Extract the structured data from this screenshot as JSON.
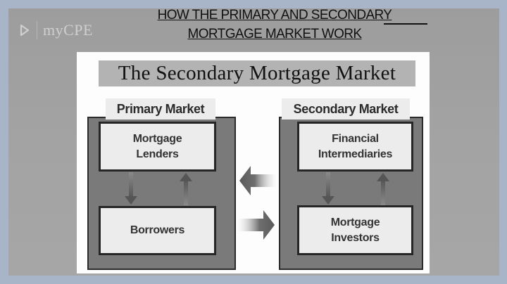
{
  "slide": {
    "logo": {
      "icon": "play-icon",
      "text": "myCPE"
    },
    "heading_line1": "HOW THE PRIMARY AND SECONDARY",
    "heading_line2": "MORTGAGE MARKET WORK"
  },
  "diagram": {
    "title": "The Secondary Mortgage Market",
    "primary_market": {
      "label": "Primary Market",
      "top_box": "Mortgage\nLenders",
      "top_box_line1": "Mortgage",
      "top_box_line2": "Lenders",
      "bottom_box": "Borrowers"
    },
    "secondary_market": {
      "label": "Secondary Market",
      "top_box_line1": "Financial",
      "top_box_line2": "Intermediaries",
      "bottom_box_line1": "Mortgage",
      "bottom_box_line2": "Investors"
    },
    "flows": [
      {
        "from": "Mortgage Lenders",
        "to": "Borrowers",
        "direction": "down"
      },
      {
        "from": "Borrowers",
        "to": "Mortgage Lenders",
        "direction": "up"
      },
      {
        "from": "Financial Intermediaries",
        "to": "Mortgage Investors",
        "direction": "down"
      },
      {
        "from": "Mortgage Investors",
        "to": "Financial Intermediaries",
        "direction": "up"
      },
      {
        "from": "Secondary Market",
        "to": "Primary Market",
        "direction": "left"
      },
      {
        "from": "Primary Market",
        "to": "Secondary Market",
        "direction": "right"
      }
    ]
  },
  "colors": {
    "frame": "#a8b5c8",
    "slide_bg": "#a0a0a0",
    "panel_bg": "#fdfdfd",
    "title_bg": "#b3b3b3",
    "market_box": "#7a7a7a",
    "inner_box": "#ececec"
  }
}
